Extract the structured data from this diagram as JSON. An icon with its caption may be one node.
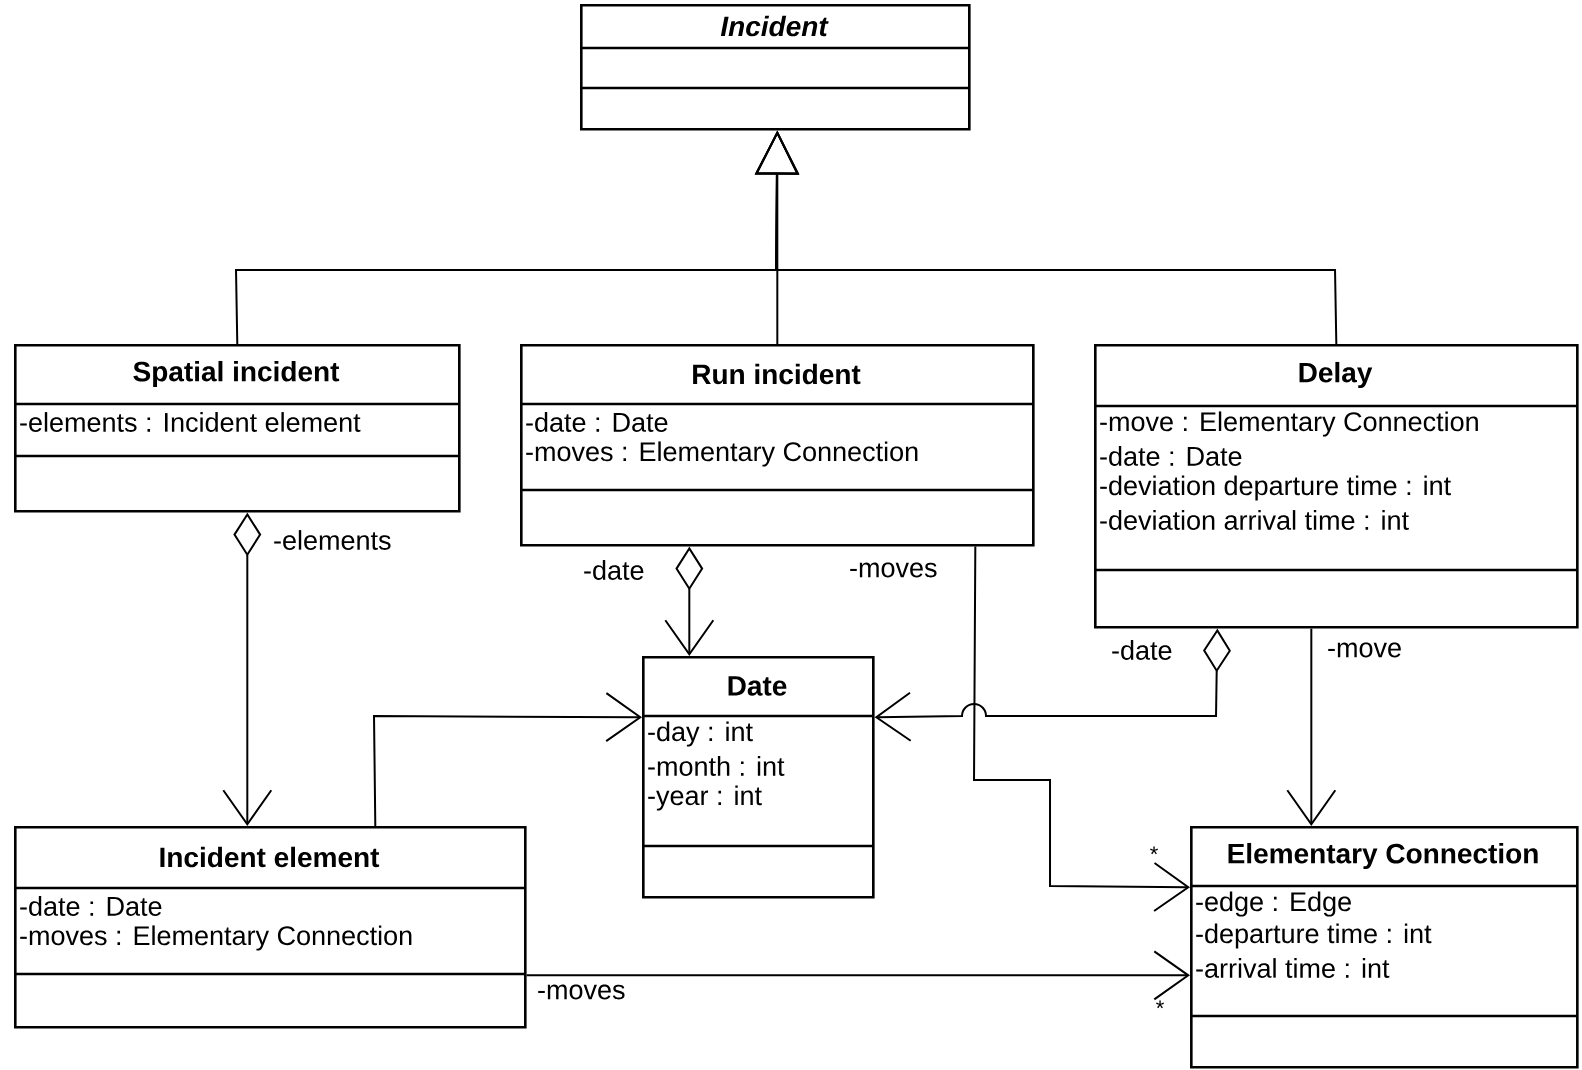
{
  "diagram": {
    "nodes": [
      {
        "text": [
          "Incident"
        ]
      },
      {
        "text": [
          "Spatial incident",
          "-elements : Incident element"
        ]
      },
      {
        "text": [
          "Run incident",
          "-date : Date",
          "-moves : Elementary Connection"
        ]
      },
      {
        "text": [
          "Delay",
          "-move : Elementary Connection",
          "-date : Date",
          "-deviation departure time : int",
          "-deviation arrival time : int"
        ]
      },
      {
        "text": [
          "Date",
          "-day : int",
          "-month : int",
          "-year : int"
        ]
      },
      {
        "text": [
          "Incident element",
          "-date : Date",
          "-moves : Elementary Connection"
        ]
      },
      {
        "text": [
          "Elementary Connection",
          "-edge : Edge",
          "-departure time : int",
          "-arrival time : int"
        ]
      }
    ],
    "edges": [
      {
        "from": 1,
        "to": 0,
        "arrow": "to"
      },
      {
        "from": 2,
        "to": 0,
        "arrow": "to"
      },
      {
        "from": 3,
        "to": 0,
        "arrow": "to"
      },
      {
        "from": 1,
        "to": 5,
        "arrow": "to",
        "label": "-elements"
      },
      {
        "from": 2,
        "to": 4,
        "arrow": "to",
        "label": "-date"
      },
      {
        "from": 2,
        "to": 6,
        "arrow": "to",
        "label": "-moves"
      },
      {
        "from": 3,
        "to": 4,
        "arrow": "to",
        "label": "-date"
      },
      {
        "from": 3,
        "to": 6,
        "arrow": "to",
        "label": "-move"
      },
      {
        "from": 5,
        "to": 4,
        "arrow": "to"
      },
      {
        "from": 5,
        "to": 6,
        "arrow": "to",
        "label": "-moves"
      }
    ],
    "labels": [
      "*",
      "*"
    ]
  }
}
